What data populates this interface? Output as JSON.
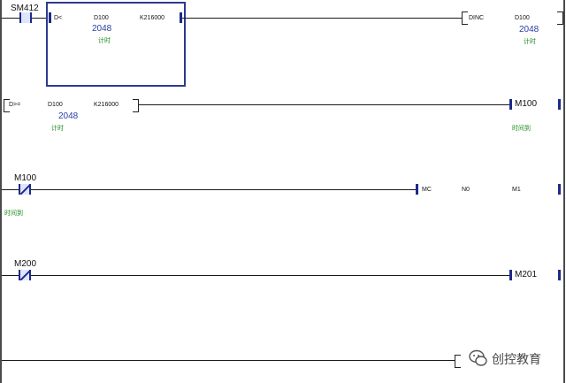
{
  "rungs": [
    {
      "contact": "SM412",
      "compare": {
        "op": "D<",
        "operand1": "D100",
        "operand1_value": "2048",
        "operand1_comment": "计时",
        "operand2": "K216000"
      },
      "instruction": {
        "name": "DINC",
        "operand": "D100",
        "operand_value": "2048",
        "operand_comment": "计时"
      }
    },
    {
      "compare": {
        "op": "D>=",
        "operand1": "D100",
        "operand1_value": "2048",
        "operand1_comment": "计时",
        "operand2": "K216000"
      },
      "coil": {
        "name": "M100",
        "comment": "时间到"
      }
    },
    {
      "contact": {
        "name": "M100",
        "comment": "时间到"
      },
      "instruction": {
        "name": "MC",
        "arg1": "N0",
        "arg2": "M1"
      }
    },
    {
      "contact": "M200",
      "coil": {
        "name": "M201"
      }
    }
  ],
  "watermark": {
    "text": "创控教育",
    "icon": "wechat-icon"
  },
  "colors": {
    "accent": "#1c2a8a",
    "value": "#2a3ea0",
    "comment": "#1a8a1a",
    "highlight_box": "#2d3a8c"
  }
}
